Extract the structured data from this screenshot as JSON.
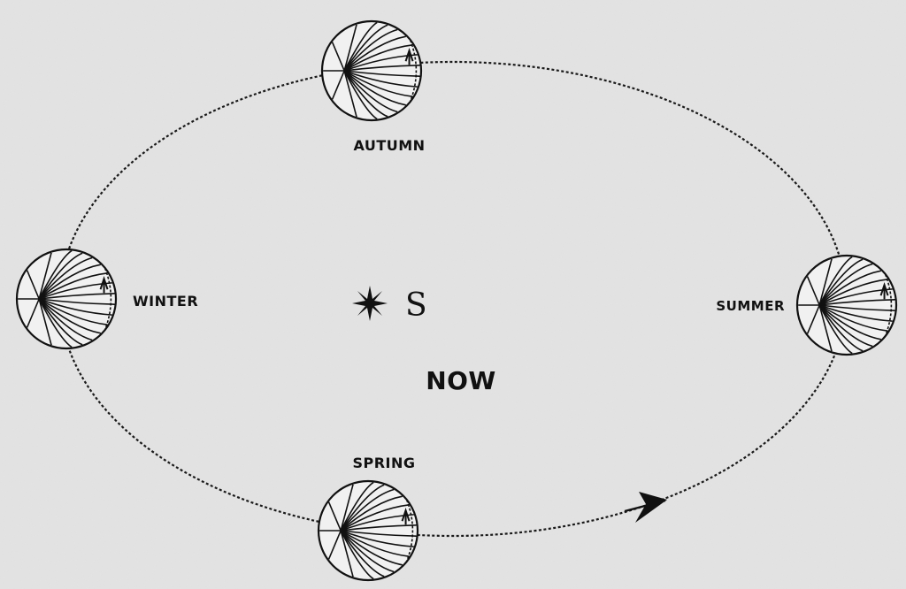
{
  "labels": {
    "autumn": "AUTUMN",
    "winter": "WINTER",
    "summer": "SUMMER",
    "spring": "SPRING",
    "sun": "S",
    "now": "NOW"
  },
  "colors": {
    "background": "#e4e4e4",
    "ink": "#111111"
  }
}
